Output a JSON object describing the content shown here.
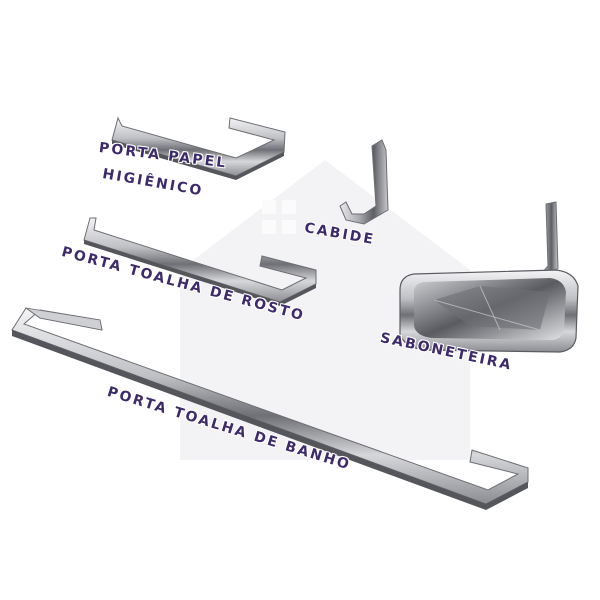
{
  "labels": {
    "porta_papel_line1": "PORTA PAPEL",
    "porta_papel_line2": "HIGIÊNICO",
    "cabide": "CABIDE",
    "porta_toalha_rosto": "PORTA TOALHA DE ROSTO",
    "saboneteira": "SABONETEIRA",
    "porta_toalha_banho": "PORTA TOALHA DE BANHO"
  },
  "colors": {
    "label_text": "#3d2a6b",
    "background": "#ffffff",
    "watermark": "#f1f1f3"
  },
  "icons": {
    "watermark": "house-icon"
  }
}
